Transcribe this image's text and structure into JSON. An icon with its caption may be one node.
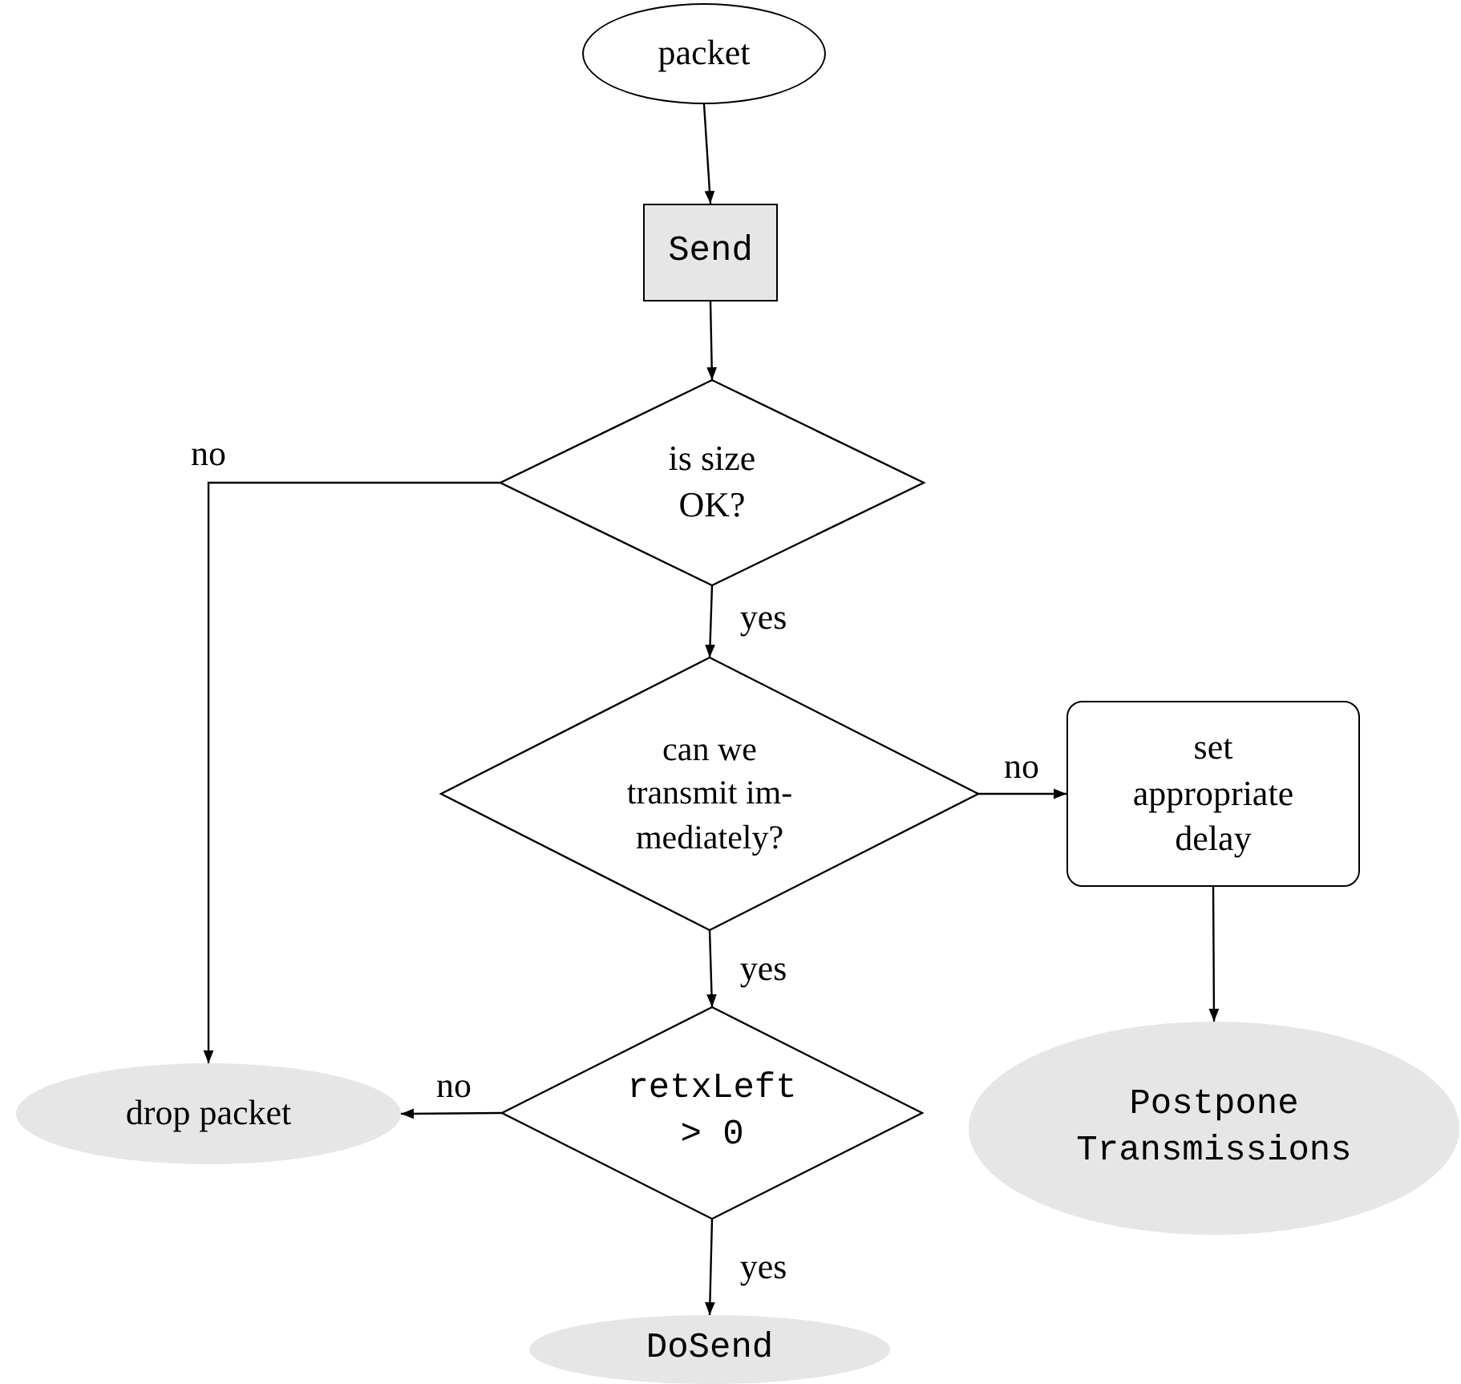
{
  "diagram": {
    "nodes": [
      {
        "text": [
          "packet"
        ]
      },
      {
        "text": [
          "Send"
        ]
      },
      {
        "text": [
          "is size OK?"
        ]
      },
      {
        "text": [
          "can we transmit im- mediately?"
        ]
      },
      {
        "text": [
          "set appropriate delay"
        ]
      },
      {
        "text": [
          "retxLeft > 0"
        ]
      },
      {
        "text": [
          "drop packet"
        ]
      },
      {
        "text": [
          "Postpone Transmissions"
        ]
      },
      {
        "text": [
          "DoSend"
        ]
      }
    ],
    "edges": [
      {
        "from": 0,
        "to": 1,
        "arrow": "to"
      },
      {
        "from": 1,
        "to": 2,
        "arrow": "to"
      },
      {
        "from": 2,
        "to": 6,
        "arrow": "to",
        "label": "no"
      },
      {
        "from": 2,
        "to": 3,
        "arrow": "to",
        "label": "yes"
      },
      {
        "from": 3,
        "to": 4,
        "arrow": "to",
        "label": "no"
      },
      {
        "from": 4,
        "to": 7,
        "arrow": "to"
      },
      {
        "from": 3,
        "to": 5,
        "arrow": "to",
        "label": "yes"
      },
      {
        "from": 5,
        "to": 6,
        "arrow": "to",
        "label": "no"
      },
      {
        "from": 5,
        "to": 8,
        "arrow": "to",
        "label": "yes"
      }
    ]
  }
}
